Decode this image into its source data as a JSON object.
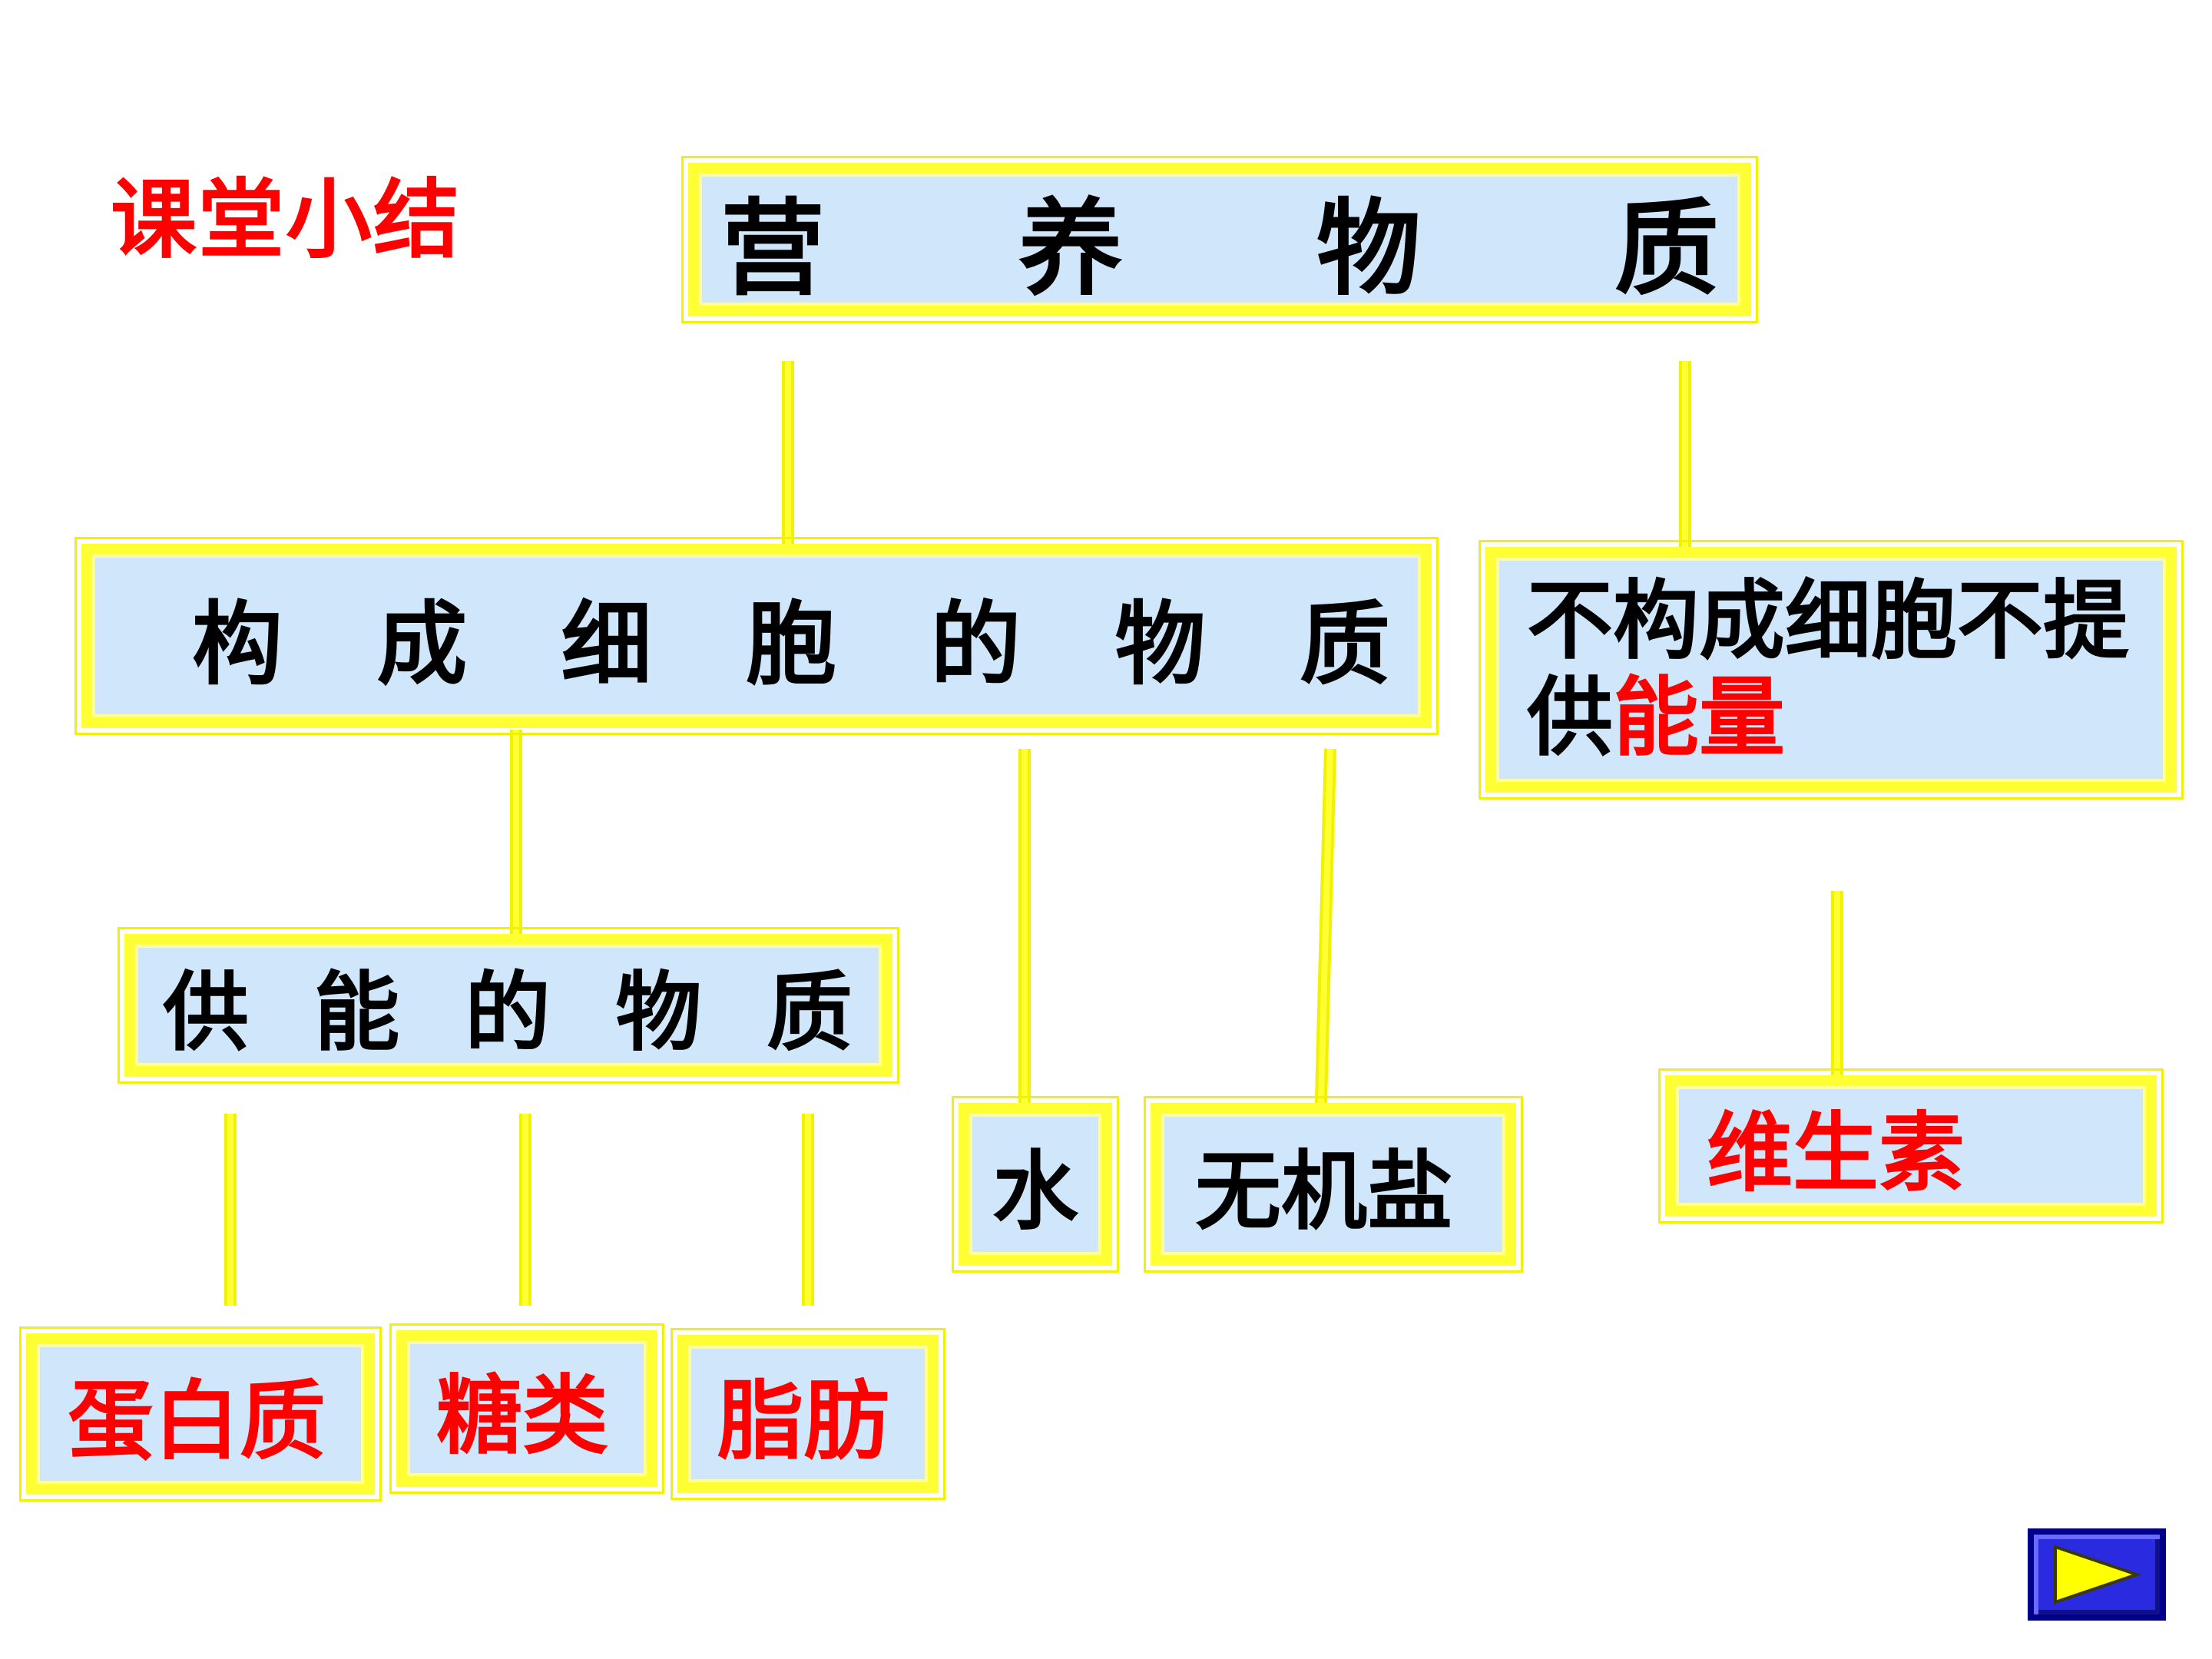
{
  "title": "课堂小结",
  "root": {
    "chars": [
      "营",
      "养",
      "物",
      "质"
    ]
  },
  "structural": {
    "chars": [
      "构",
      "成",
      "细",
      "胞",
      "的",
      "物",
      "质"
    ]
  },
  "non_structural": {
    "line1": "不构成细胞不提",
    "line2_prefix": "供",
    "line2_highlight": "能量"
  },
  "energy": {
    "chars": [
      "供",
      "能",
      "的",
      "物",
      "质"
    ]
  },
  "water": "水",
  "minerals": "无机盐",
  "vitamins": "维生素",
  "protein": "蛋白质",
  "sugars": "糖类",
  "fat": "脂肪",
  "colors": {
    "box_fill": "#cfe6fb",
    "border": "#ffff33",
    "highlight": "#ff0000",
    "nav_button": "#2a2ae0"
  },
  "icons": {
    "next": "play-triangle-icon"
  }
}
